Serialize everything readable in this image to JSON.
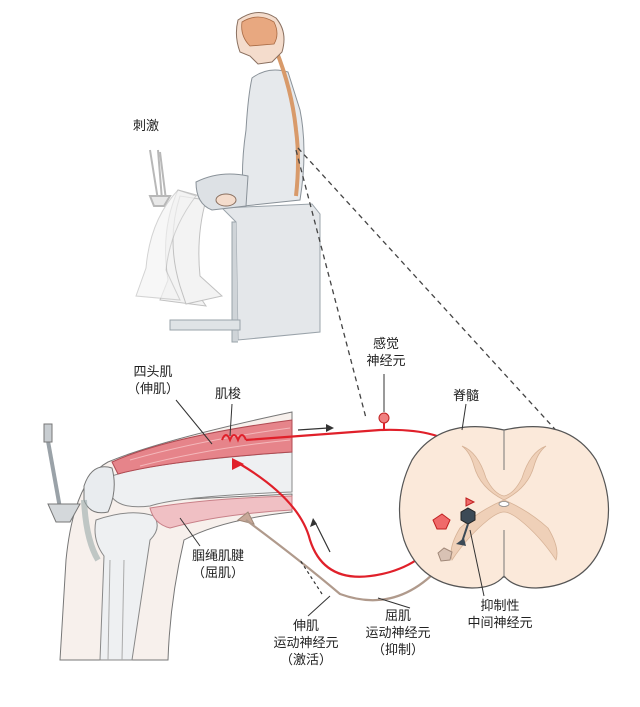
{
  "labels": {
    "stimulus": "刺激",
    "sensory_neuron_1": "感觉",
    "sensory_neuron_2": "神经元",
    "spinal_cord": "脊髓",
    "quadriceps_1": "四头肌",
    "quadriceps_2": "（伸肌）",
    "muscle_spindle": "肌梭",
    "hamstring_1": "腘绳肌腱",
    "hamstring_2": "（屈肌）",
    "extensor_motor_1": "伸肌",
    "extensor_motor_2": "运动神经元",
    "extensor_motor_3": "（激活）",
    "flexor_motor_1": "屈肌",
    "flexor_motor_2": "运动神经元",
    "flexor_motor_3": "（抑制）",
    "interneuron_1": "抑制性",
    "interneuron_2": "中间神经元"
  },
  "colors": {
    "nerve_active": "#e0202a",
    "nerve_inhibited": "#b09a8c",
    "muscle": "#e6848a",
    "spinal_white": "#fbe9da",
    "spinal_grey": "#efd0b8",
    "interneuron": "#3c4a56",
    "leader": "#333333"
  }
}
